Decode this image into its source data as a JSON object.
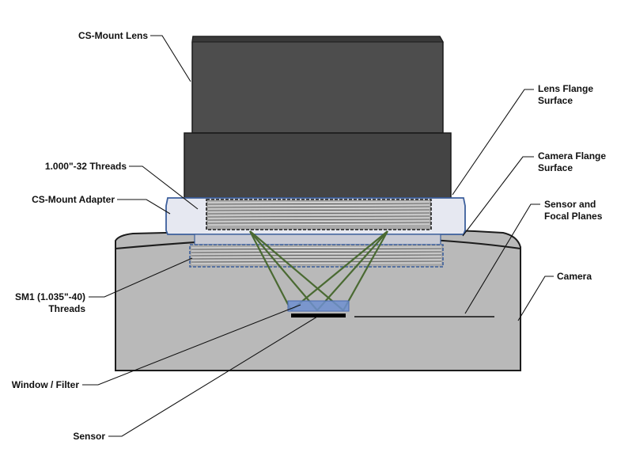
{
  "labels": {
    "cs_mount_lens": "CS-Mount Lens",
    "lens_flange_surface": [
      "Lens Flange",
      "Surface"
    ],
    "threads_1000_32": "1.000\"-32 Threads",
    "camera_flange_surface": [
      "Camera Flange",
      "Surface"
    ],
    "cs_mount_adapter": "CS-Mount Adapter",
    "sensor_focal_planes": [
      "Sensor and",
      "Focal Planes"
    ],
    "camera": "Camera",
    "sm1_threads": [
      "SM1 (1.035\"-40)",
      "Threads"
    ],
    "window_filter": "Window / Filter",
    "sensor": "Sensor"
  },
  "colors": {
    "lens_dark": "#4d4d4d",
    "lens_mid": "#3f3f3f",
    "adapter": "#e6e8f1",
    "adapter_outline": "#3c5f9c",
    "camera_body": "#b9b9b9",
    "thread_fill": "#a9a9a9",
    "ray_green": "#4a6a32",
    "window_blue": "#6f8fd0",
    "sensor_black": "#000000"
  }
}
